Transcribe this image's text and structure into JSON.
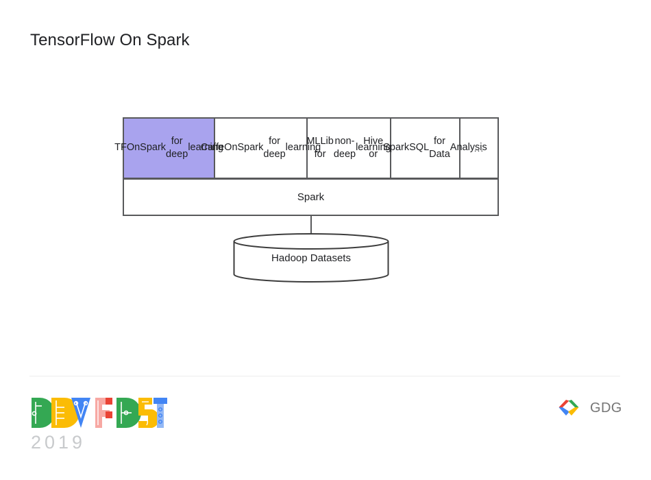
{
  "slide": {
    "title": "TensorFlow On Spark"
  },
  "diagram": {
    "name": "tensorflow-on-spark-architecture",
    "layers": [
      {
        "id": "tfonspark",
        "label": "TFOnSpark\nfor deep\nlearning",
        "lines": [
          "TFOnSpark",
          "for deep",
          "learning"
        ],
        "highlighted": true,
        "fill": "#a9a3ee"
      },
      {
        "id": "caffeonspark",
        "label": "CaffeOnSpark\nfor deep\nlearning",
        "lines": [
          "CaffeOnSpark",
          "for deep",
          "learning"
        ],
        "highlighted": false,
        "fill": "#ffffff"
      },
      {
        "id": "mllib",
        "label": "MLLib for\nnon-deep\nlearning",
        "lines": [
          "MLLib for",
          "non-deep",
          "learning"
        ],
        "highlighted": false,
        "fill": "#ffffff"
      },
      {
        "id": "hive-sparksql",
        "label": "Hive or\nSparkSQL\nfor Data\nAnalysis",
        "lines": [
          "Hive or",
          "SparkSQL",
          "for Data",
          "Analysis"
        ],
        "highlighted": false,
        "fill": "#ffffff"
      },
      {
        "id": "more",
        "label": "...",
        "lines": [
          "..."
        ],
        "highlighted": false,
        "fill": "#ffffff"
      }
    ],
    "engine": {
      "id": "spark",
      "label": "Spark"
    },
    "storage": {
      "id": "hadoop-datasets",
      "label": "Hadoop Datasets",
      "shape": "cylinder"
    },
    "stroke_color": "#58595b"
  },
  "footer": {
    "devfest": {
      "wordmark": "DEVFEST",
      "year": "2019",
      "letters": [
        {
          "char": "D",
          "color": "#34a853"
        },
        {
          "char": "E",
          "color": "#fbbc05"
        },
        {
          "char": "V",
          "color": "#4285f4"
        },
        {
          "char": "F",
          "color": "#ea4335"
        },
        {
          "char": "E",
          "color": "#34a853"
        },
        {
          "char": "S",
          "color": "#fbbc05"
        },
        {
          "char": "T",
          "color": "#4285f4"
        }
      ],
      "year_color": "#c8cacc"
    },
    "gdg": {
      "label": "GDG",
      "mark_colors": {
        "red": "#ea4335",
        "blue": "#4285f4",
        "green": "#34a853",
        "yellow": "#fbbc05"
      },
      "text_color": "#757575"
    }
  }
}
